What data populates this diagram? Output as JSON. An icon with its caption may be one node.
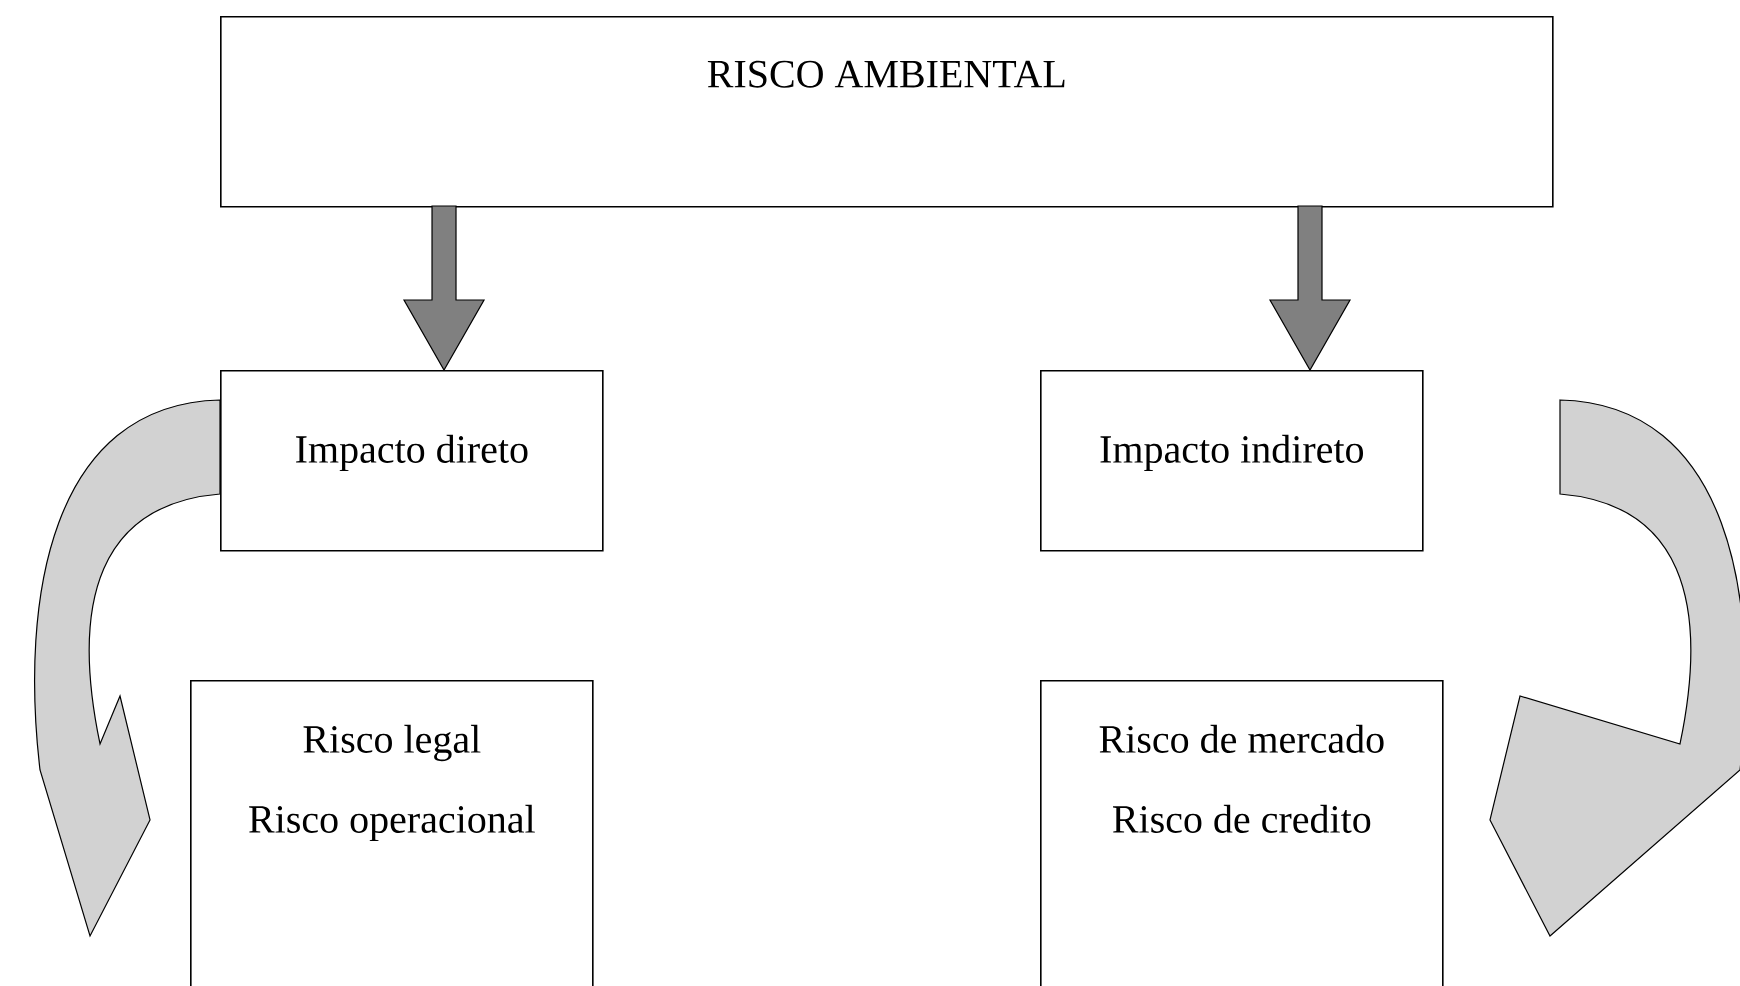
{
  "diagram": {
    "nodes": [
      {
        "text": [
          "RISCO AMBIENTAL"
        ]
      },
      {
        "text": [
          "Impacto direto"
        ]
      },
      {
        "text": [
          "Impacto indireto"
        ]
      },
      {
        "text": [
          "Risco legal",
          "Risco operacional"
        ]
      },
      {
        "text": [
          "Risco de mercado",
          "Risco de credito"
        ]
      }
    ],
    "edges": [
      {
        "from": 0,
        "to": 1,
        "arrow": "to"
      },
      {
        "from": 0,
        "to": 2,
        "arrow": "to"
      },
      {
        "from": 1,
        "to": 3,
        "arrow": "to"
      },
      {
        "from": 2,
        "to": 4,
        "arrow": "to"
      }
    ]
  }
}
